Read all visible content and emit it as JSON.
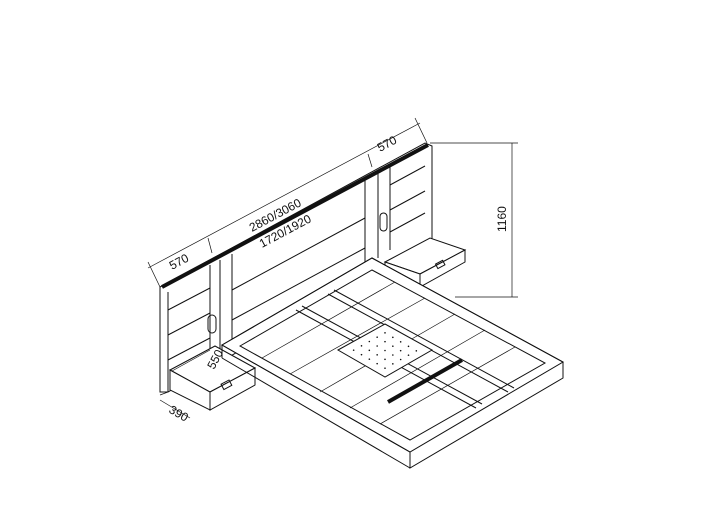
{
  "drawing": {
    "dimensions": {
      "total_width": "2860/3060",
      "bed_width": "1720/1920",
      "left_panel_width": "570",
      "right_panel_width": "570",
      "headboard_height": "1160",
      "nightstand_depth": "550",
      "nightstand_height": "390"
    }
  }
}
